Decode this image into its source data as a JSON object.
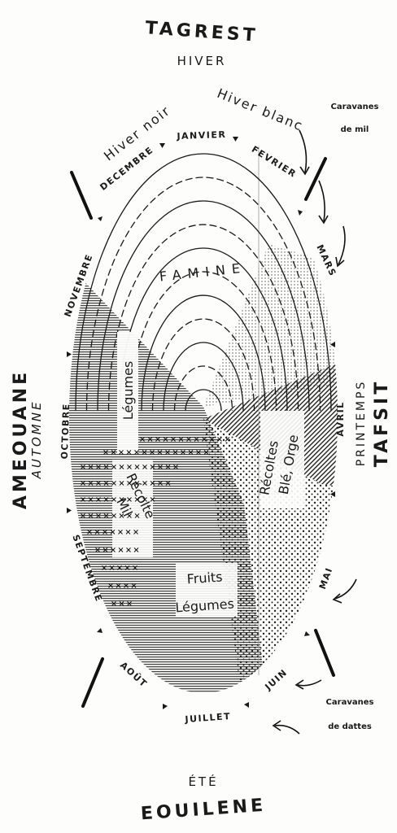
{
  "seasons": {
    "winter_name": "TAGREST",
    "winter": "HIVER",
    "spring_name": "TAFSIT",
    "spring": "PRINTEMPS",
    "summer": "ÉTÉ",
    "summer_name": "EOUILENE",
    "autumn_name": "AMEOUANE",
    "autumn": "AUTOMNE"
  },
  "periods": {
    "black_winter": "Hiver noir",
    "white_winter": "Hiver blanc"
  },
  "months": [
    "JANVIER",
    "FEVRIER",
    "MARS",
    "AVRIL",
    "MAI",
    "JUIN",
    "JUILLET",
    "AOÛT",
    "SEPTEMBRE",
    "OCTOBRE",
    "NOVEMBRE",
    "DECEMBRE"
  ],
  "zones": {
    "famine": "FAMINE",
    "vegetables_left": "Légumes",
    "millet_harvest_1": "Récolte",
    "millet_harvest_2": "Mil",
    "wheat_harvest_1": "Récoltes",
    "wheat_harvest_2": "Blé, Orge",
    "fruits": "Fruits",
    "vegetables_bottom": "Légumes"
  },
  "caravans": {
    "millet_line1": "Caravanes",
    "millet_line2": "de mil",
    "dates_line1": "Caravanes",
    "dates_line2": "de dattes"
  }
}
